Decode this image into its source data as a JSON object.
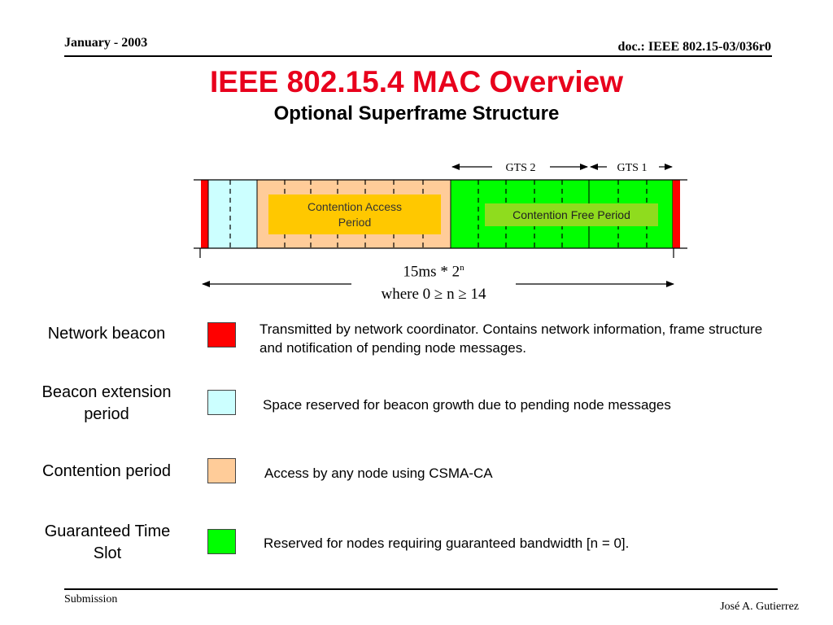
{
  "header": {
    "date": "January - 2003",
    "doc": "doc.: IEEE 802.15-03/036r0"
  },
  "title": "IEEE 802.15.4 MAC Overview",
  "subtitle": "Optional Superframe Structure",
  "diagram": {
    "gts2_label": "GTS 2",
    "gts1_label": "GTS 1",
    "cap_label": "Contention Access Period",
    "cfp_label": "Contention Free Period",
    "duration_line1": "15ms * 2",
    "duration_sup": "n",
    "duration_line2": "where 0 ≥ n ≥ 14"
  },
  "legend": [
    {
      "label": "Network beacon",
      "description": "Transmitted by network coordinator.  Contains network information, frame structure and notification of pending node messages.",
      "color": "#ff0000"
    },
    {
      "label": "Beacon extension period",
      "description": "Space reserved for beacon growth due to pending node messages",
      "color": "#ccffff"
    },
    {
      "label": "Contention period",
      "description": "Access by any node using CSMA-CA",
      "color": "#ffcc99"
    },
    {
      "label": "Guaranteed Time Slot",
      "description": "Reserved for nodes requiring guaranteed bandwidth [n = 0].",
      "color": "#00ff00"
    }
  ],
  "footer": {
    "left": "Submission",
    "right": "José A. Gutierrez"
  }
}
